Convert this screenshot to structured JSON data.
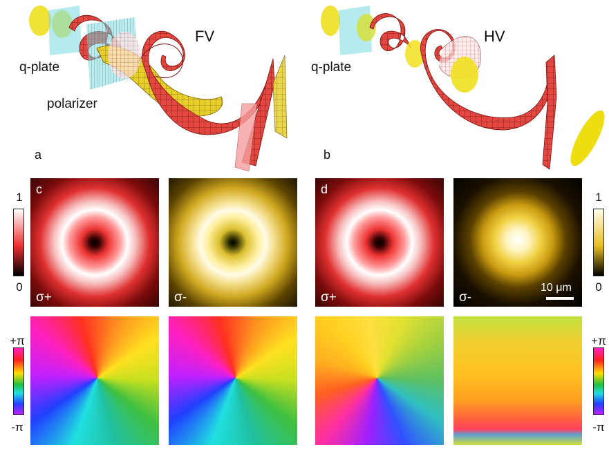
{
  "panels": {
    "a": {
      "letter": "a",
      "beam_label": "FV",
      "qplate_label": "q-plate",
      "polarizer_label": "polarizer"
    },
    "b": {
      "letter": "b",
      "beam_label": "HV",
      "qplate_label": "q-plate"
    },
    "c": {
      "letter": "c",
      "left_pol": "σ+",
      "right_pol": "σ-"
    },
    "d": {
      "letter": "d",
      "left_pol": "σ+",
      "right_pol": "σ-",
      "scale_bar": "10 μm"
    }
  },
  "colorbars": {
    "intensity_left": {
      "top": "1",
      "bottom": "0"
    },
    "intensity_right": {
      "top": "1",
      "bottom": "0"
    },
    "phase_left": {
      "top": "+π",
      "bottom": "-π"
    },
    "phase_right": {
      "top": "+π",
      "bottom": "-π"
    }
  },
  "colors": {
    "red_beam": "#e02a2a",
    "yellow_beam": "#e6d21a",
    "qplate": "#7fdcdc"
  }
}
